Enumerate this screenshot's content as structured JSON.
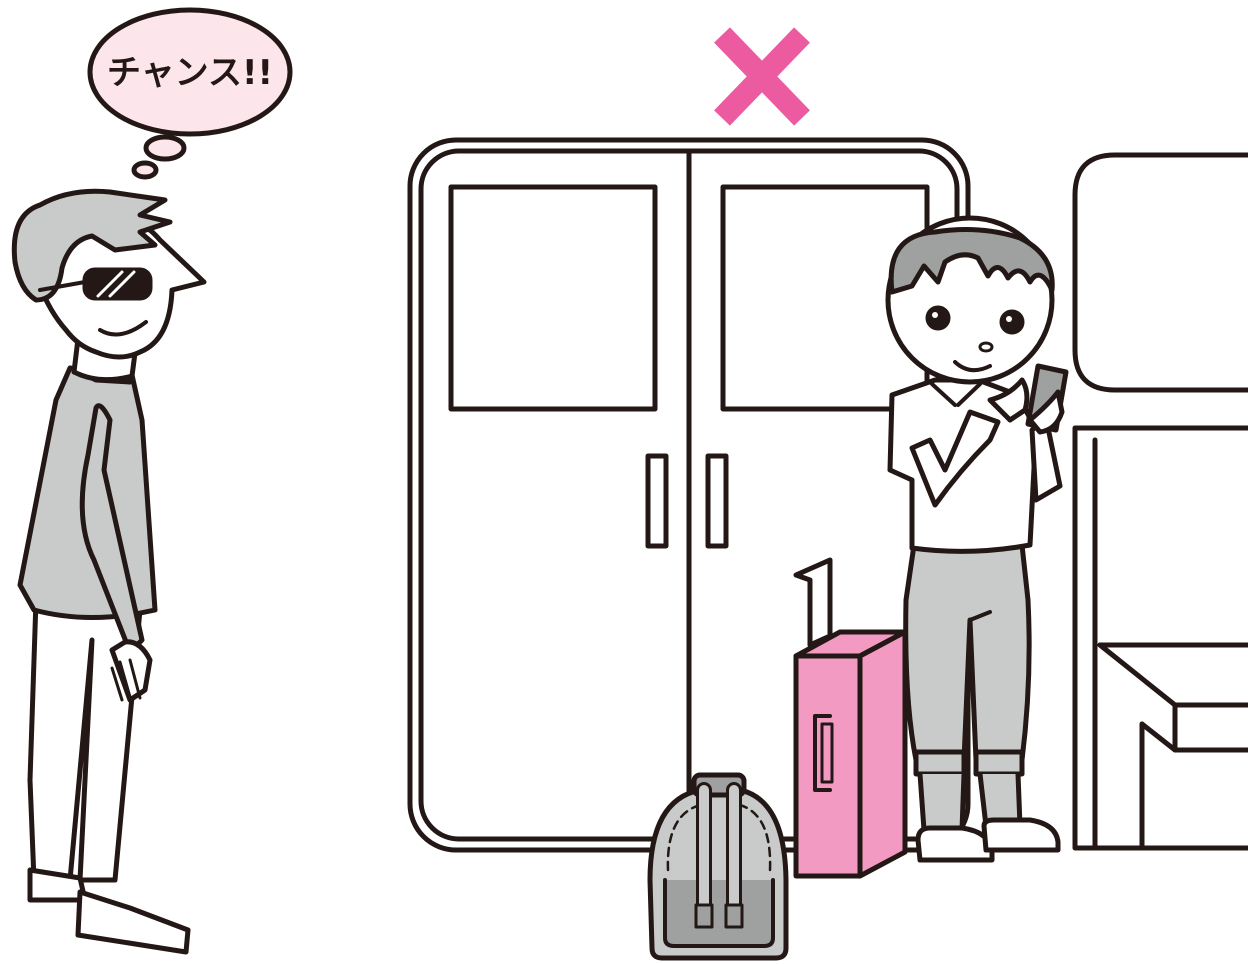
{
  "thought_bubble": {
    "text": "チャンス!!",
    "fill_color": "#fde5ec"
  },
  "mark": {
    "symbol": "✕",
    "color": "#ec5ba0"
  },
  "colors": {
    "outline": "#231815",
    "gray": "#c9caca",
    "dark_gray": "#9fa0a0",
    "suitcase_pink": "#f29ac2"
  },
  "icons": [
    "thought-bubble",
    "prohibited-x-mark",
    "train-door",
    "suitcase",
    "backpack",
    "smartphone"
  ]
}
